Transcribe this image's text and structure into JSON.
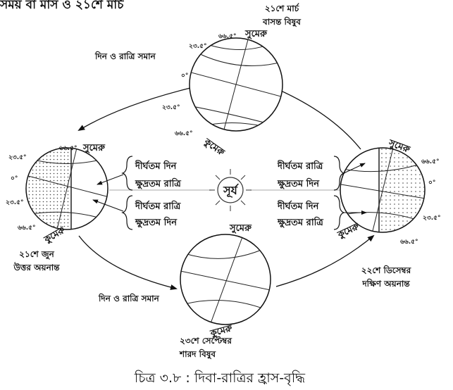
{
  "top_cut": "সময় বা মাস ও ২১শে মার্চ",
  "caption": "চিত্র ৩.৮ : দিবা-রাত্রির হ্রাস-বৃদ্ধি",
  "sun": "সূর্য",
  "north_pole": "সুমেরু",
  "south_pole": "কুমেরু",
  "deg_235": "২৩.৫°",
  "deg_665": "৬৬.৫°",
  "deg_0": "০°",
  "equinox_text": "দিন ও রাত্রি সমান",
  "march": {
    "date": "২১শে মার্চ",
    "name": "বাসন্ত বিষুব"
  },
  "june": {
    "date": "২১শে জুন",
    "name": "উত্তর অয়নান্ত"
  },
  "september": {
    "date": "২৩শে সেপ্টেম্বর",
    "name": "শারদ বিষুব"
  },
  "december": {
    "date": "২২শে ডিসেম্বর",
    "name": "দক্ষিণ অয়নান্ত"
  },
  "longest_day": "দীর্ঘতম দিন",
  "shortest_night": "ক্ষুদ্রতম রাত্রি",
  "longest_night": "দীর্ঘতম রাত্রি",
  "shortest_day": "ক্ষুদ্রতম দিন"
}
